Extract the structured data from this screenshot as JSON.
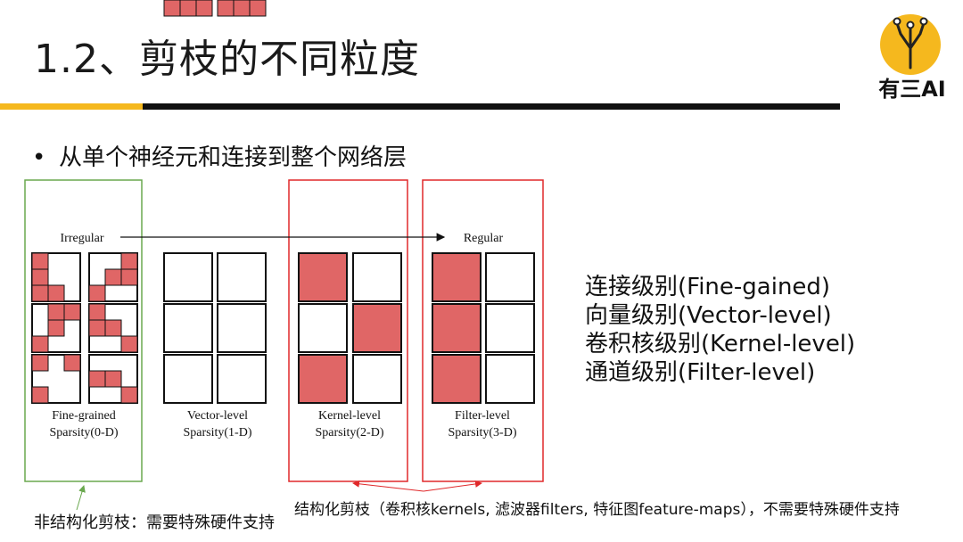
{
  "title": "1.2、剪枝的不同粒度",
  "logo_text": "有三AI",
  "bullet": "从单个神经元和连接到整个网络层",
  "diagram": {
    "axis_left": "Irregular",
    "axis_right": "Regular",
    "groups": [
      {
        "line1": "Fine-grained",
        "line2": "Sparsity(0-D)"
      },
      {
        "line1": "Vector-level",
        "line2": "Sparsity(1-D)"
      },
      {
        "line1": "Kernel-level",
        "line2": "Sparsity(2-D)"
      },
      {
        "line1": "Filter-level",
        "line2": "Sparsity(3-D)"
      }
    ],
    "colors": {
      "fill": "#e06666",
      "green_box": "#6aa84f",
      "red_box": "#e0282a"
    }
  },
  "levels": [
    "连接级别(Fine-gained)",
    "向量级别(Vector-level)",
    "卷积核级别(Kernel-level)",
    "通道级别(Filter-level)"
  ],
  "note_unstructured": "非结构化剪枝：需要特殊硬件支持",
  "note_structured": "结构化剪枝（卷积核kernels, 滤波器filters, 特征图feature-maps），不需要特殊硬件支持"
}
